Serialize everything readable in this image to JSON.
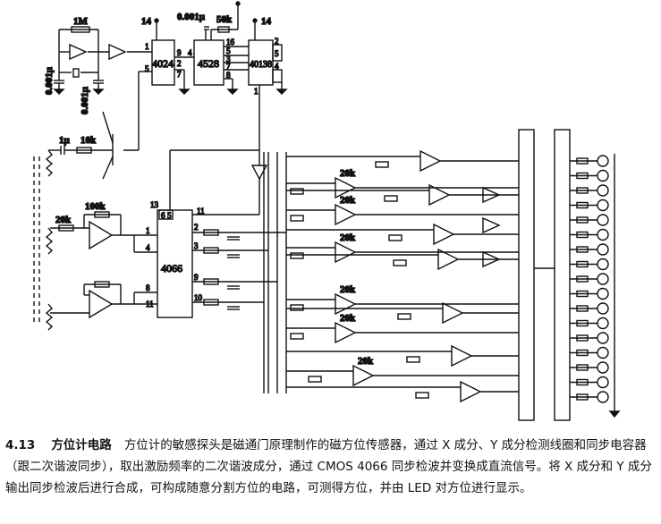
{
  "schematic": {
    "components": {
      "r_feedback": "1M",
      "c_osc_1": "0.001μ",
      "c_osc_2": "0.001μ",
      "c_4528": "0.001μ",
      "r_4528": "50k",
      "vdd_4024": "14",
      "vdd_40138": "14",
      "c_input": "1μ",
      "r_input": "10k",
      "r_amp_in": "20k",
      "r_amp_fb": "100k",
      "r_stage": "20k"
    },
    "chips": {
      "counter": "4024",
      "monostable": "4528",
      "flipflop": "40138",
      "switch": "4066"
    },
    "pins": {
      "p4024_1": "1",
      "p4024_5": "5",
      "p4024_9": "9",
      "p4024_2": "2",
      "p4024_7": "7",
      "p4528_4": "4",
      "p4528_16": "16",
      "p4528_5": "5",
      "p4528_3": "3",
      "p4528_7": "7",
      "p4528_8": "8",
      "p40138_2": "2",
      "p40138_5": "5",
      "p40138_4": "4",
      "p40138_1": "1",
      "p4066_13": "13",
      "p4066_6": "6",
      "p4066_5": "5",
      "p4066_11a": "11",
      "p4066_1": "1",
      "p4066_4": "4",
      "p4066_8": "8",
      "p4066_11b": "11",
      "p4066_2": "2",
      "p4066_3": "3",
      "p4066_9": "9",
      "p4066_10": "10"
    }
  },
  "caption": {
    "number": "4.13",
    "title": "方位计电路",
    "text": "方位计的敏感探头是磁通门原理制作的磁方位传感器，通过 X 成分、Y 成分检测线圈和同步电容器（跟二次谐波同步），取出激励频率的二次谐波成分，通过 CMOS 4066 同步检波并变换成直流信号。将 X 成分和 Y 成分输出同步检波后进行合成，可构成随意分割方位的电路，可测得方位，并由 LED 对方位进行显示。"
  }
}
